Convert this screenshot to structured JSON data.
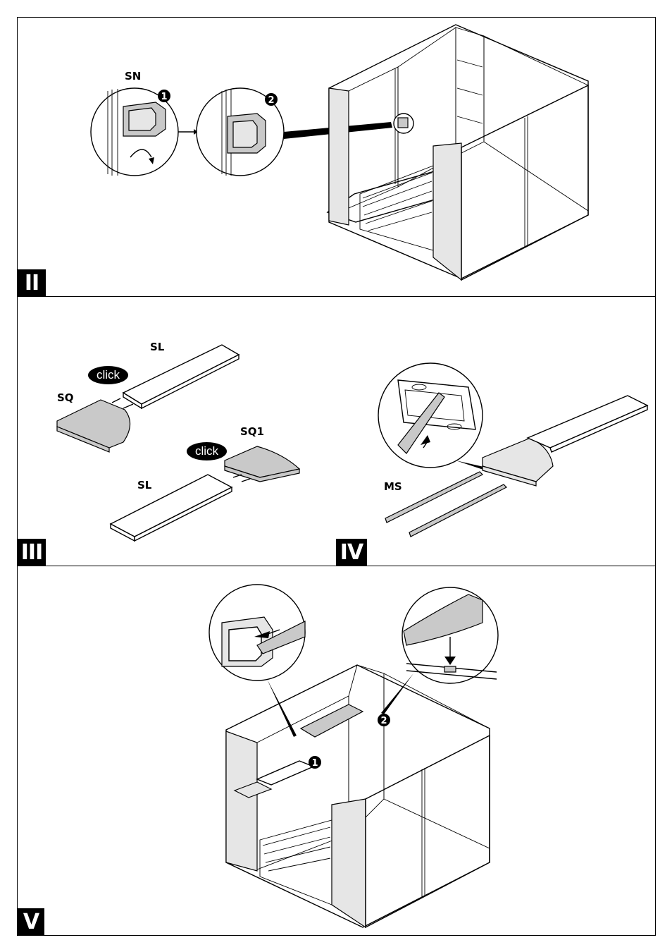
{
  "steps": {
    "s2": {
      "label": "II"
    },
    "s3": {
      "label": "III"
    },
    "s4": {
      "label": "IV"
    },
    "s5": {
      "label": "V"
    }
  },
  "panel2": {
    "part_label": "SN",
    "num1": "1",
    "num2": "2"
  },
  "panel3": {
    "sl_top": "SL",
    "sq": "SQ",
    "sq1": "SQ1",
    "sl_bottom": "SL",
    "click1": "click",
    "click2": "click"
  },
  "panel4": {
    "ms": "MS"
  },
  "panel5": {
    "num1": "1",
    "num2": "2"
  }
}
